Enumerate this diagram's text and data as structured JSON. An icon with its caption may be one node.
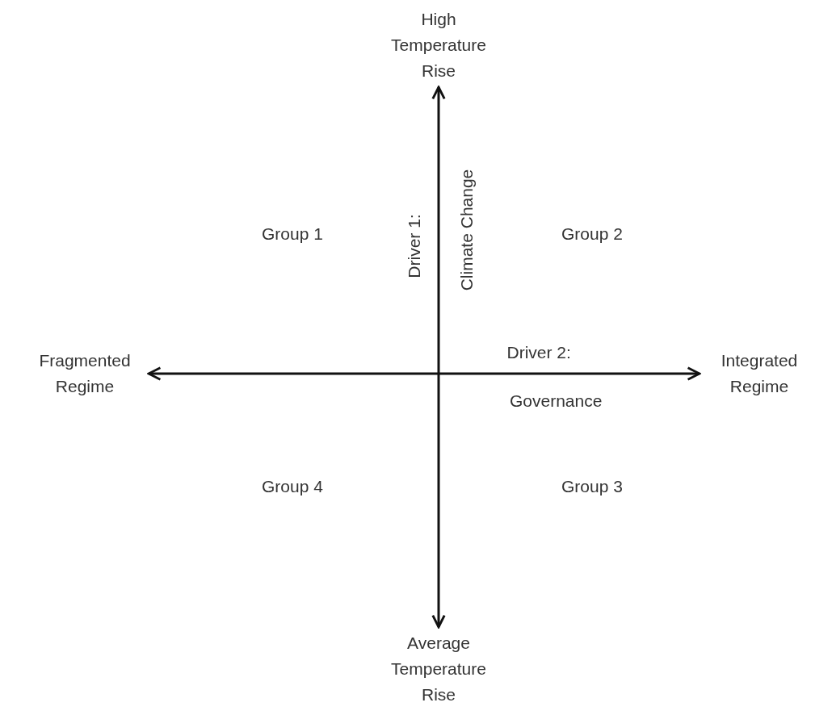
{
  "diagram": {
    "nodes": [
      {
        "text": [
          "High Temperature Rise"
        ]
      },
      {
        "text": [
          "Fragmented Regime"
        ]
      },
      {
        "text": [
          "Integrated Regime"
        ]
      },
      {
        "text": [
          "Average Temperature Rise"
        ]
      }
    ],
    "edges": [
      {
        "from": 0,
        "to": 3,
        "arrow": "both"
      },
      {
        "from": 1,
        "to": 2,
        "arrow": "both"
      }
    ],
    "labels": [
      "Group 1",
      "Driver 1:",
      "Climate Change",
      "Group 2",
      "Driver 2:",
      "Governance",
      "Group 4",
      "Group 3"
    ]
  }
}
